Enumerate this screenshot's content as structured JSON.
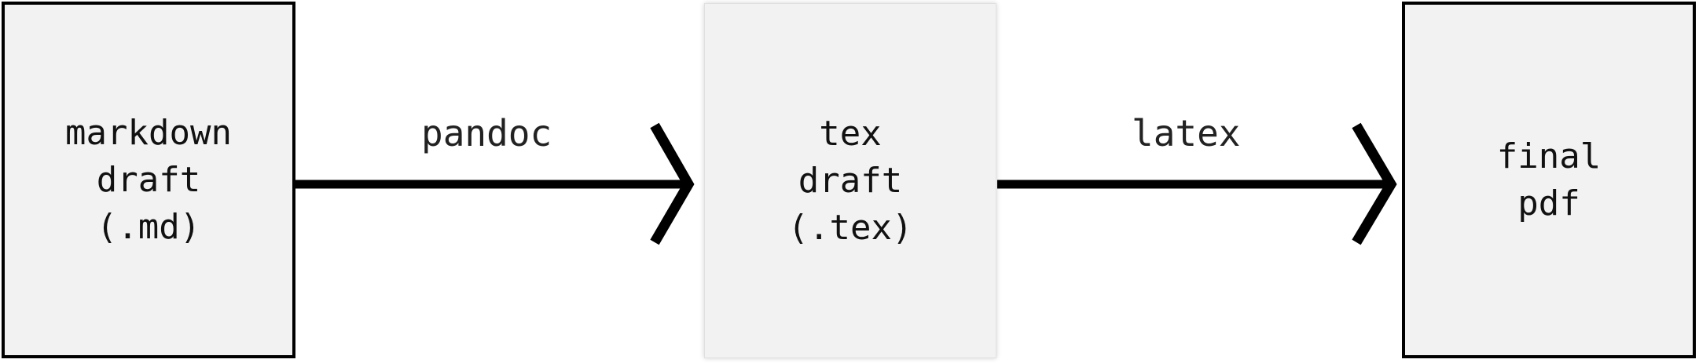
{
  "nodes": [
    {
      "id": "markdown",
      "lines": [
        "markdown",
        "draft",
        "(.md)"
      ]
    },
    {
      "id": "tex",
      "lines": [
        "tex",
        "draft",
        "(.tex)"
      ]
    },
    {
      "id": "pdf",
      "lines": [
        "final",
        "pdf"
      ]
    }
  ],
  "edges": [
    {
      "from": "markdown",
      "to": "tex",
      "label": "pandoc"
    },
    {
      "from": "tex",
      "to": "pdf",
      "label": "latex"
    }
  ],
  "colors": {
    "box_fill": "#f2f2f2",
    "stroke": "#000000",
    "text": "#111111"
  }
}
